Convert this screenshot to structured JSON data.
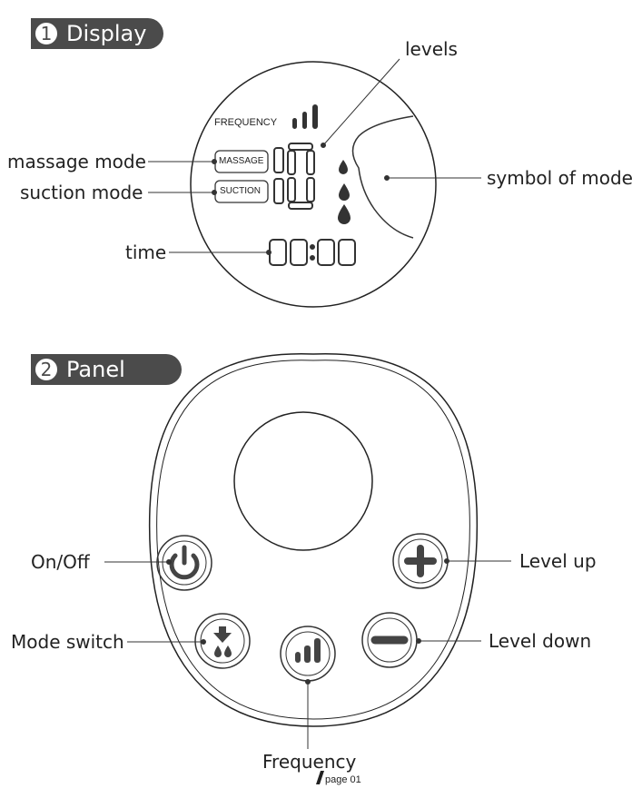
{
  "sections": [
    {
      "number": "1",
      "title": "Display"
    },
    {
      "number": "2",
      "title": "Panel"
    }
  ],
  "display": {
    "frequency_label": "FREQUENCY",
    "massage_box": "MASSAGE",
    "suction_box": "SUCTION",
    "level_value": "10",
    "time_value": "00:00",
    "callouts": {
      "levels": "levels",
      "massage_mode": "massage mode",
      "suction_mode": "suction mode",
      "symbol_of_mode": "symbol of mode",
      "time": "time"
    }
  },
  "panel": {
    "callouts": {
      "on_off": "On/Off",
      "level_up": "Level up",
      "mode_switch": "Mode switch",
      "level_down": "Level down",
      "frequency": "Frequency"
    }
  },
  "footer": {
    "page": "page 01"
  },
  "icons": [
    "power-icon",
    "plus-icon",
    "minus-icon",
    "mode-switch-icon",
    "frequency-bars-icon",
    "drops-icon",
    "breast-outline-icon"
  ],
  "colors": {
    "pill": "#4b4b4b",
    "line": "#333333",
    "button_fill": "#444444"
  }
}
